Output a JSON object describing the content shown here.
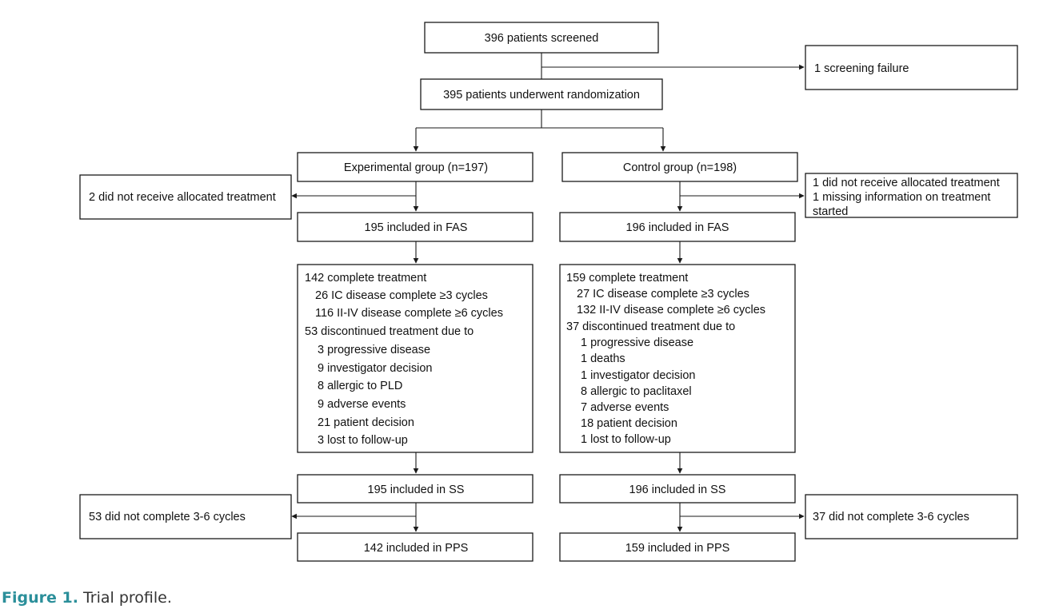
{
  "screened": "396 patients screened",
  "screening_failure": "1 screening failure",
  "randomized": "395 patients underwent randomization",
  "experimental": {
    "group": "Experimental group (n=197)",
    "excluded": "2 did not receive allocated treatment",
    "fas": "195 included in FAS",
    "outcome_lines": [
      "142 complete treatment",
      "26 IC disease complete ≥3 cycles",
      "116 II-IV disease complete ≥6 cycles",
      "53 discontinued treatment due to",
      "3 progressive disease",
      "9 investigator decision",
      "8 allergic to PLD",
      "9 adverse events",
      "21 patient decision",
      "3 lost to follow-up"
    ],
    "ss": "195 included in SS",
    "not_complete": "53 did not complete 3-6 cycles",
    "pps": "142 included in PPS"
  },
  "control": {
    "group": "Control group (n=198)",
    "excluded_lines": [
      "1 did not receive allocated treatment",
      "1 missing information on treatment",
      "started"
    ],
    "fas": "196 included in FAS",
    "outcome_lines": [
      "159 complete treatment",
      "27 IC disease complete ≥3 cycles",
      "132 II-IV disease complete ≥6 cycles",
      "37 discontinued treatment due to",
      "1 progressive disease",
      "1 deaths",
      "1 investigator decision",
      "8 allergic to paclitaxel",
      "7 adverse events",
      "18 patient decision",
      "1 lost to follow-up"
    ],
    "ss": "196 included in SS",
    "not_complete": "37 did not complete 3-6 cycles",
    "pps": "159 included in PPS"
  },
  "caption": {
    "label": "Figure 1.",
    "text": "Trial profile."
  }
}
